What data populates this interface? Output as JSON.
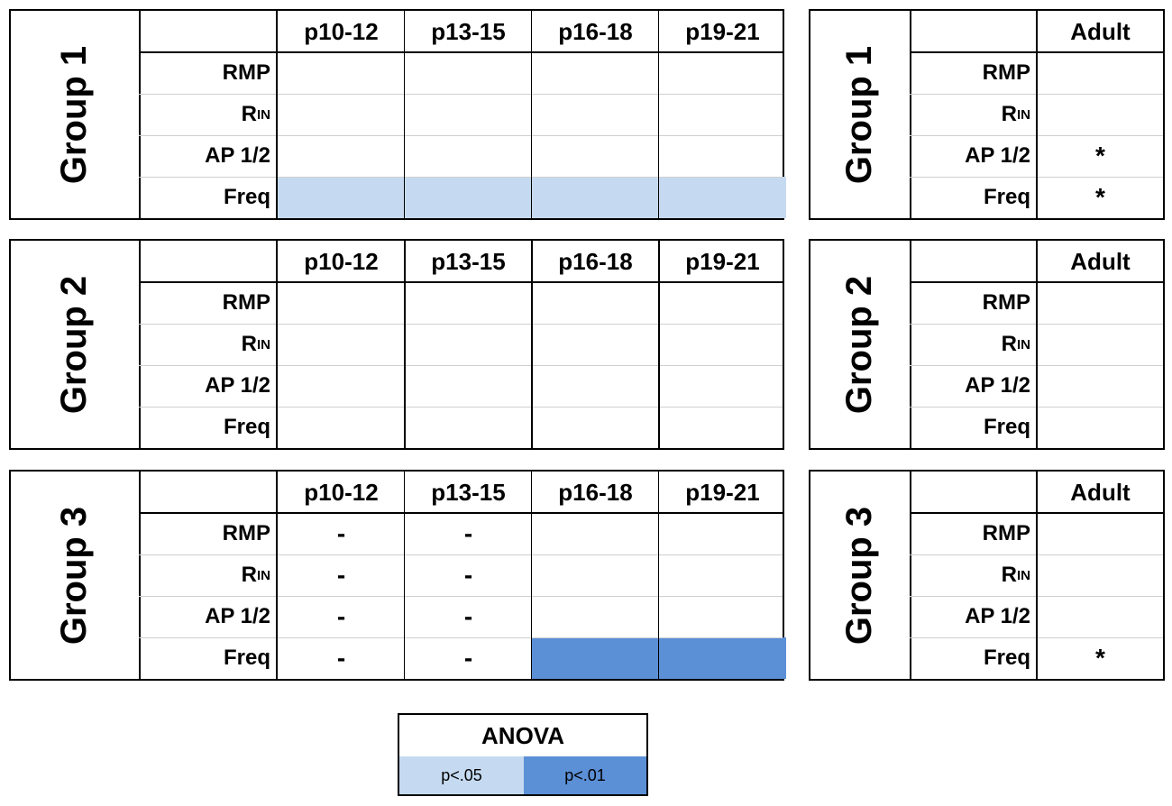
{
  "colors": {
    "p05": "#c5daf1",
    "p01": "#5b8fd6"
  },
  "row_labels": [
    "RMP",
    "R",
    "AP 1/2",
    "Freq"
  ],
  "rin_subscript": "IN",
  "left_columns": [
    "p10-12",
    "p13-15",
    "p16-18",
    "p19-21"
  ],
  "right_column": "Adult",
  "groups": [
    {
      "label": "Group 1",
      "left_cells": [
        [
          "",
          "",
          "",
          ""
        ],
        [
          "",
          "",
          "",
          ""
        ],
        [
          "",
          "",
          "",
          ""
        ],
        [
          "",
          "",
          "",
          ""
        ]
      ],
      "left_highlight": [
        [
          null,
          null,
          null,
          null
        ],
        [
          null,
          null,
          null,
          null
        ],
        [
          null,
          null,
          null,
          null
        ],
        [
          "p05",
          "p05",
          "p05",
          "p05"
        ]
      ],
      "right_cells": [
        "",
        "",
        "*",
        "*"
      ]
    },
    {
      "label": "Group 2",
      "left_cells": [
        [
          "",
          "",
          "",
          ""
        ],
        [
          "",
          "",
          "",
          ""
        ],
        [
          "",
          "",
          "",
          ""
        ],
        [
          "",
          "",
          "",
          ""
        ]
      ],
      "left_highlight": [
        [
          null,
          null,
          null,
          null
        ],
        [
          null,
          null,
          null,
          null
        ],
        [
          null,
          null,
          null,
          null
        ],
        [
          null,
          null,
          null,
          null
        ]
      ],
      "right_cells": [
        "",
        "",
        "",
        ""
      ]
    },
    {
      "label": "Group 3",
      "left_cells": [
        [
          "-",
          "-",
          "",
          ""
        ],
        [
          "-",
          "-",
          "",
          ""
        ],
        [
          "-",
          "-",
          "",
          ""
        ],
        [
          "-",
          "-",
          "",
          ""
        ]
      ],
      "left_highlight": [
        [
          null,
          null,
          null,
          null
        ],
        [
          null,
          null,
          null,
          null
        ],
        [
          null,
          null,
          null,
          null
        ],
        [
          null,
          null,
          "p01",
          "p01"
        ]
      ],
      "right_cells": [
        "",
        "",
        "",
        "*"
      ]
    }
  ],
  "legend": {
    "title": "ANOVA",
    "items": [
      {
        "label": "p<.05",
        "key": "p05"
      },
      {
        "label": "p<.01",
        "key": "p01"
      }
    ]
  }
}
